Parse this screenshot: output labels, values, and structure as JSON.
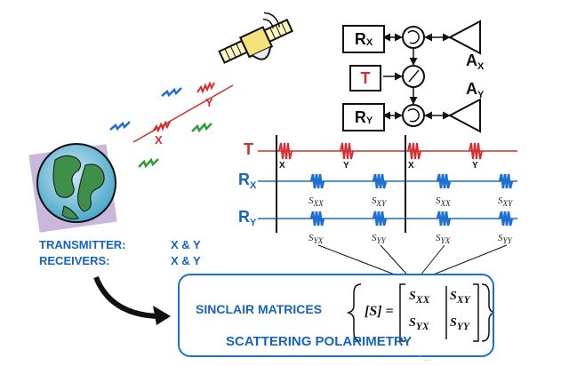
{
  "labels": {
    "transmitter": "TRANSMITTER:",
    "transmitter_pol": "X & Y",
    "receivers": "RECEIVERS:",
    "receivers_pol": "X & Y",
    "sinclair": "SINCLAIR MATRICES",
    "scattering": "SCATTERING POLARIMETRY",
    "pulse_x": "X",
    "pulse_y": "Y"
  },
  "block_diagram": {
    "rx_box": "R",
    "rx_sub": "X",
    "t_box": "T",
    "ry_box": "R",
    "ry_sub": "Y",
    "ax": "A",
    "ax_sub": "X",
    "ay": "A",
    "ay_sub": "Y"
  },
  "timeline": {
    "t_label": "T",
    "rx_label": "R",
    "rx_sub": "X",
    "ry_label": "R",
    "ry_sub": "Y",
    "t_pulses": [
      "X",
      "Y",
      "X",
      "Y"
    ],
    "rx_elements": [
      "S",
      "S",
      "S",
      "S"
    ],
    "rx_subs": [
      "XX",
      "XY",
      "XX",
      "XY"
    ],
    "ry_elements": [
      "S",
      "S",
      "S",
      "S"
    ],
    "ry_subs": [
      "YX",
      "YY",
      "YX",
      "YY"
    ]
  },
  "matrix": {
    "lhs": "[S] =",
    "s": "S",
    "xx": "XX",
    "xy": "XY",
    "yx": "YX",
    "yy": "YY"
  },
  "watermark": "\" ..."
}
